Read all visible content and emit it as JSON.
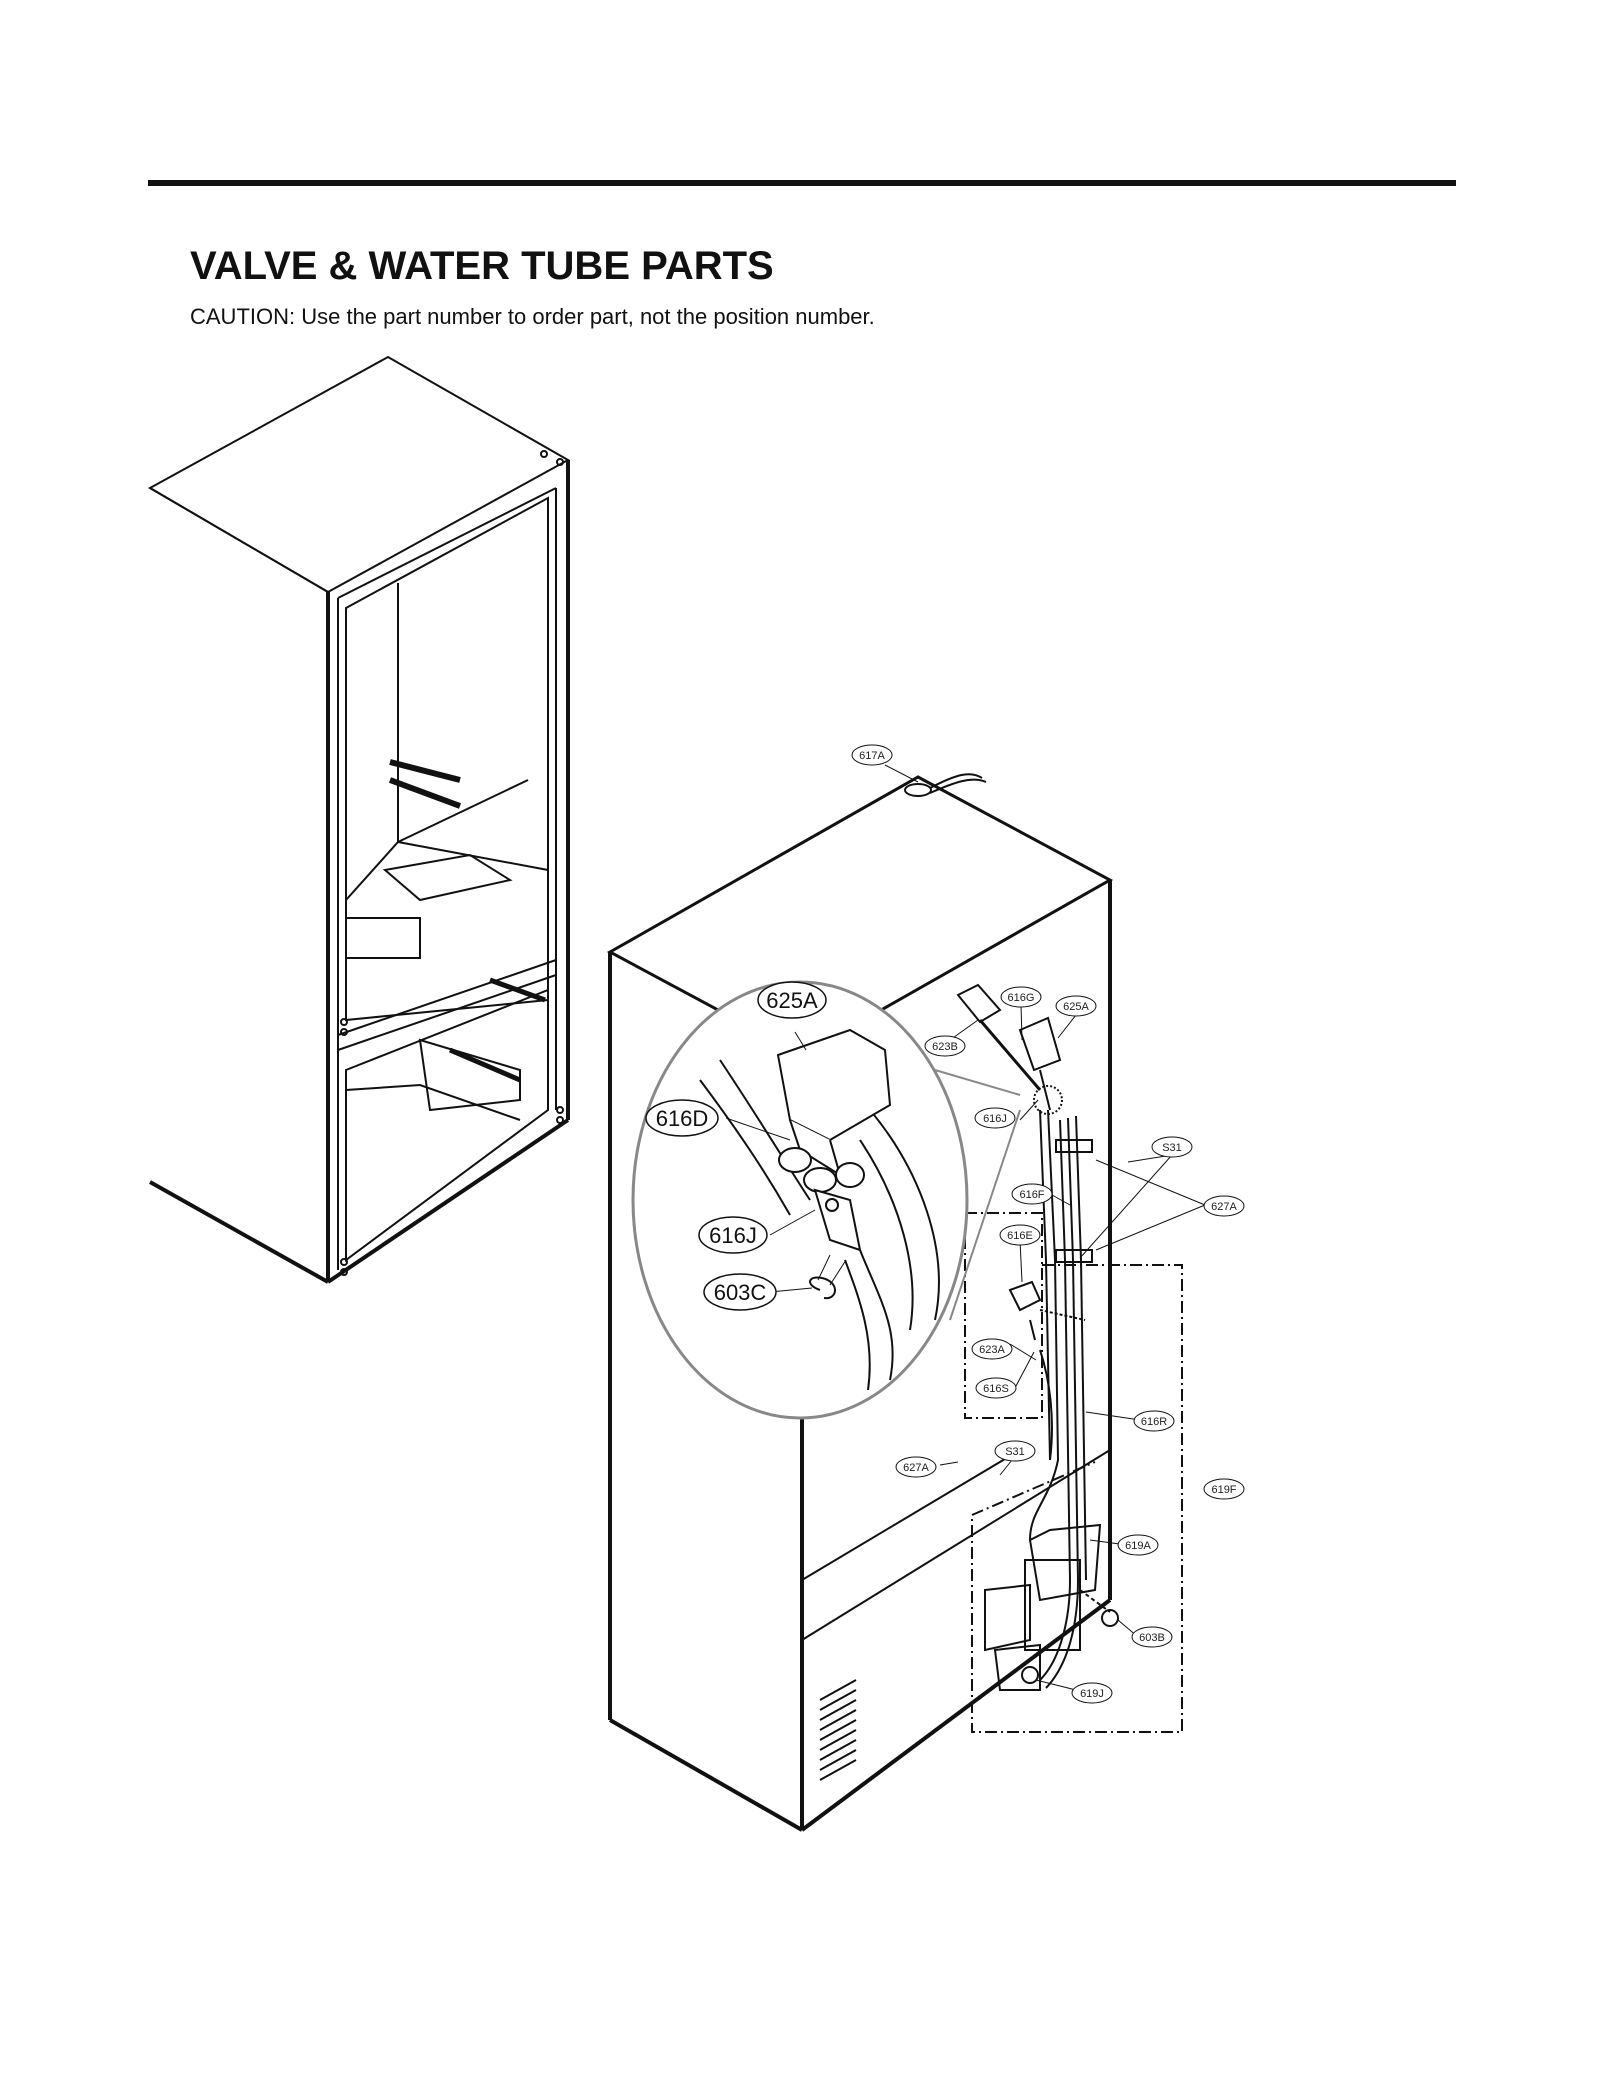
{
  "header": {
    "title": "VALVE & WATER TUBE PARTS",
    "caution": "CAUTION: Use the part number to order part, not the position number."
  },
  "callouts": {
    "zoom": [
      "625A",
      "616D",
      "616J",
      "603C"
    ],
    "main": [
      "617A",
      "616G",
      "625A",
      "623B",
      "616J",
      "S31",
      "616F",
      "627A",
      "616E",
      "623A",
      "616S",
      "616R",
      "627A",
      "S31",
      "619F",
      "619A",
      "603B",
      "619J"
    ]
  }
}
